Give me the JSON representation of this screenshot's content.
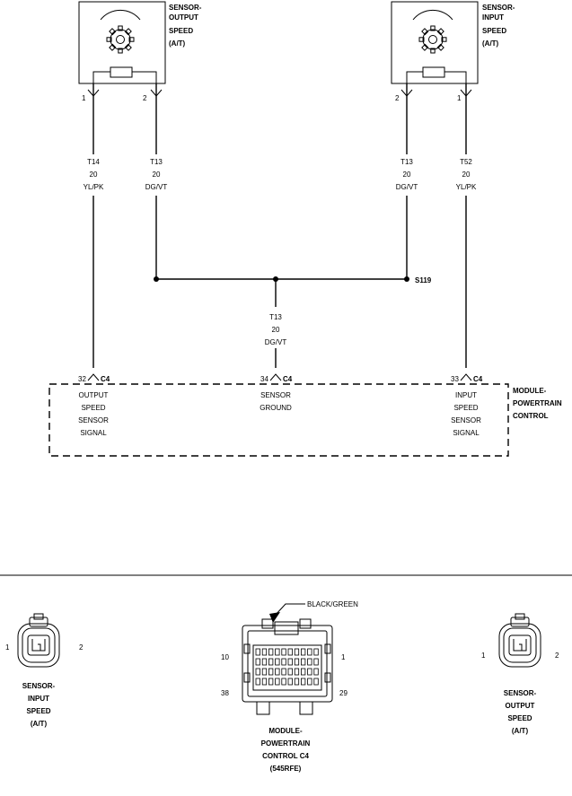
{
  "sensor_output": {
    "title_lines": [
      "SENSOR-",
      "OUTPUT",
      "SPEED",
      "(A/T)"
    ],
    "pin_a": "1",
    "pin_b": "2"
  },
  "sensor_input": {
    "title_lines": [
      "SENSOR-",
      "INPUT",
      "SPEED",
      "(A/T)"
    ],
    "pin_a": "2",
    "pin_b": "1"
  },
  "wires": {
    "t14": [
      "T14",
      "20",
      "YL/PK"
    ],
    "t13_left": [
      "T13",
      "20",
      "DG/VT"
    ],
    "t13_right": [
      "T13",
      "20",
      "DG/VT"
    ],
    "t52": [
      "T52",
      "20",
      "YL/PK"
    ],
    "t13_center": [
      "T13",
      "20",
      "DG/VT"
    ]
  },
  "splice": {
    "label": "S119"
  },
  "module": {
    "title_lines": [
      "MODULE-",
      "POWERTRAIN",
      "CONTROL"
    ],
    "connector": "C4",
    "pins": {
      "p32": {
        "number": "32",
        "lines": [
          "OUTPUT",
          "SPEED",
          "SENSOR",
          "SIGNAL"
        ]
      },
      "p34": {
        "number": "34",
        "lines": [
          "SENSOR",
          "GROUND"
        ]
      },
      "p33": {
        "number": "33",
        "lines": [
          "INPUT",
          "SPEED",
          "SENSOR",
          "SIGNAL"
        ]
      }
    }
  },
  "connectors": {
    "input_speed": {
      "pin_left": "1",
      "pin_right": "2",
      "lines": [
        "SENSOR-",
        "INPUT",
        "SPEED",
        "(A/T)"
      ]
    },
    "pcm_c4": {
      "color_label": "BLACK/GREEN",
      "pin_10": "10",
      "pin_1": "1",
      "pin_38": "38",
      "pin_29": "29",
      "lines": [
        "MODULE-",
        "POWERTRAIN",
        "CONTROL C4",
        "(545RFE)"
      ]
    },
    "output_speed": {
      "pin_left": "1",
      "pin_right": "2",
      "lines": [
        "SENSOR-",
        "OUTPUT",
        "SPEED",
        "(A/T)"
      ]
    }
  }
}
